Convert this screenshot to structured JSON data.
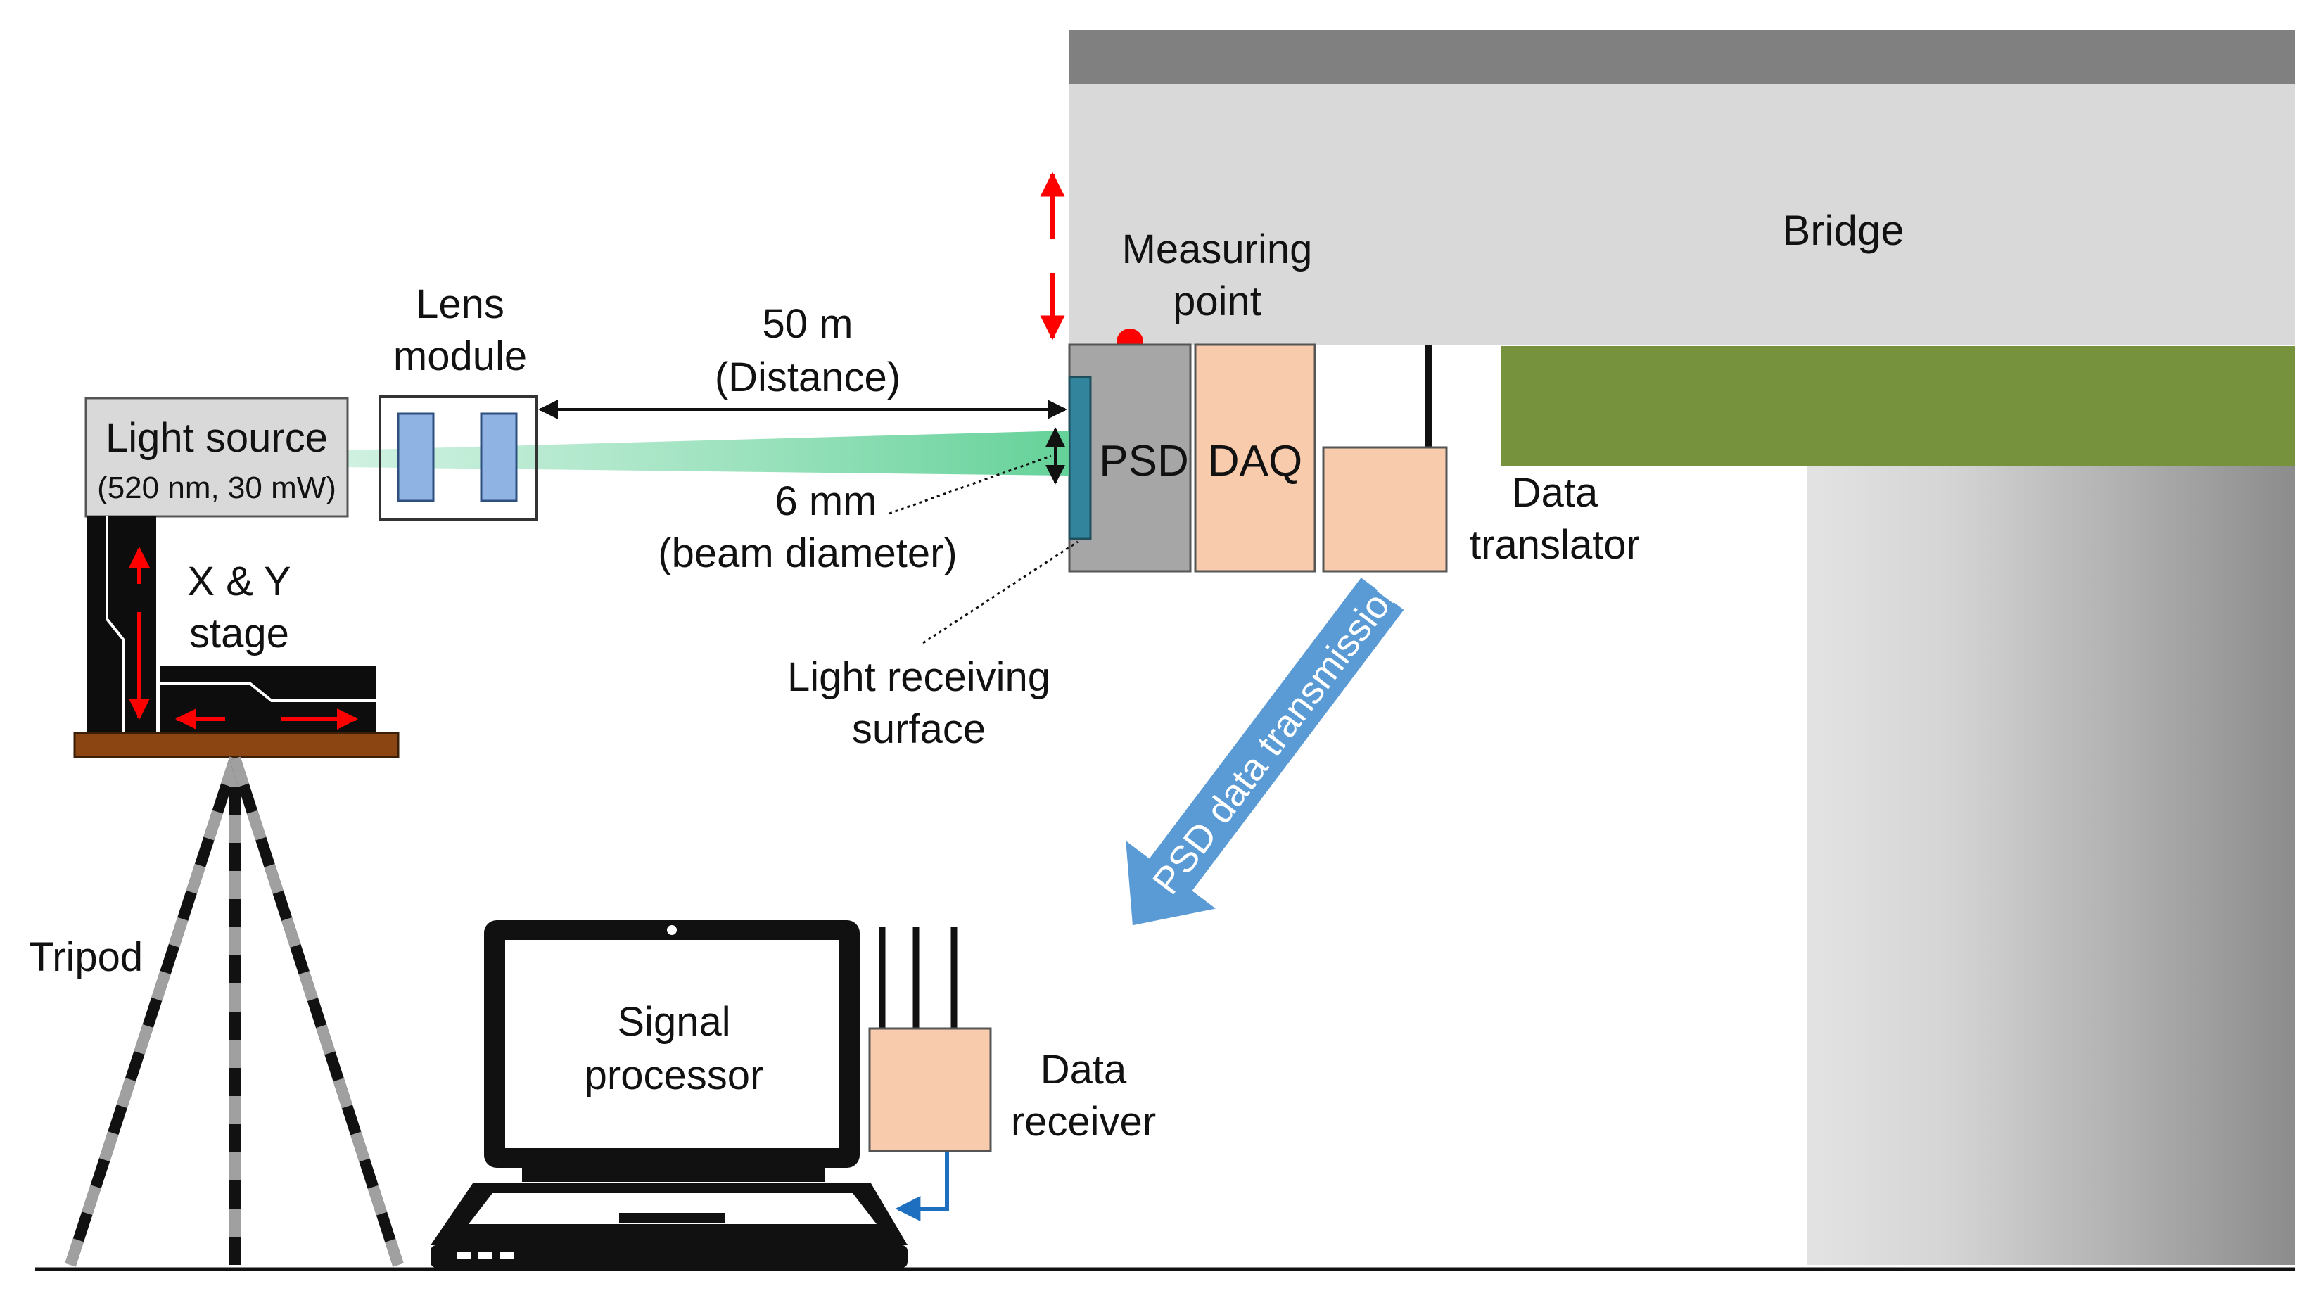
{
  "labels": {
    "bridge": "Bridge",
    "measuring_point_line1": "Measuring",
    "measuring_point_line2": "point",
    "lens_module_line1": "Lens",
    "lens_module_line2": "module",
    "distance_value": "50 m",
    "distance_caption": "(Distance)",
    "light_source": "Light source",
    "light_source_spec": "(520 nm, 30 mW)",
    "beam_size": "6 mm",
    "beam_caption": "(beam diameter)",
    "psd": "PSD",
    "daq": "DAQ",
    "data_translator_line1": "Data",
    "data_translator_line2": "translator",
    "stage_line1": "X & Y",
    "stage_line2": "stage",
    "receiving_surface_line1": "Light receiving",
    "receiving_surface_line2": "surface",
    "transmission": "PSD data transmission",
    "tripod": "Tripod",
    "signal_processor_line1": "Signal",
    "signal_processor_line2": "processor",
    "data_receiver_line1": "Data",
    "data_receiver_line2": "receiver"
  },
  "colors": {
    "bridge_top": "#808080",
    "bridge_body": "#d9d9d9",
    "bridge_girder": "#76923c",
    "psd_body": "#a6a6a6",
    "receiving_surface": "#31849b",
    "daq_fill": "#f8cbad",
    "beam": "#7dd8a8",
    "lens": "#8fb4e3",
    "stage_base": "#8b4513",
    "transmission_arrow": "#5b9bd5",
    "motion_arrow": "#ff0000",
    "measuring_point": "#ff0000"
  }
}
